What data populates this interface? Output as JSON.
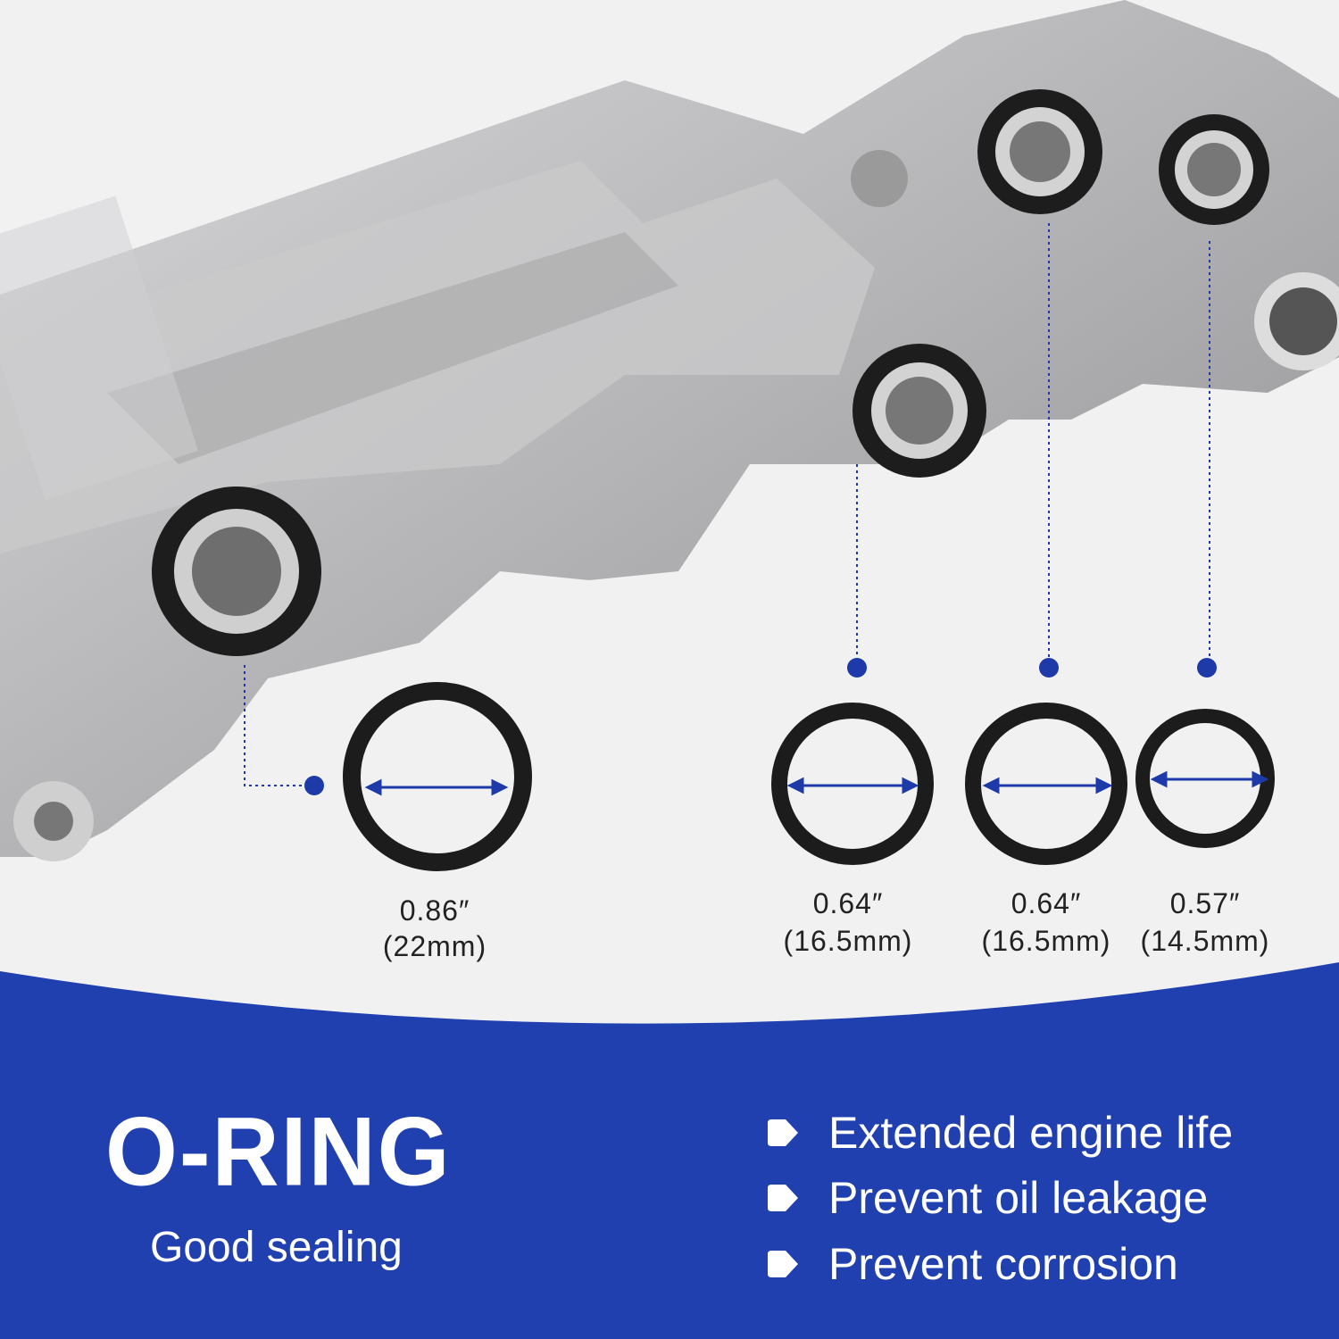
{
  "product": {
    "name_title": "O-RING",
    "subtitle": "Good sealing"
  },
  "rings": [
    {
      "inch": "0.86″",
      "mm": "(22mm)"
    },
    {
      "inch": "0.64″",
      "mm": "(16.5mm)"
    },
    {
      "inch": "0.64″",
      "mm": "(16.5mm)"
    },
    {
      "inch": "0.57″",
      "mm": "(14.5mm)"
    }
  ],
  "features": [
    {
      "icon": "arrow-right-icon",
      "text": "Extended engine life"
    },
    {
      "icon": "arrow-right-icon",
      "text": "Prevent oil leakage"
    },
    {
      "icon": "arrow-right-icon",
      "text": "Prevent corrosion"
    }
  ],
  "colors": {
    "brand_blue": "#2140b0",
    "ring": "#1c1c1c",
    "metal": "#b9b9bb",
    "callout": "#1d3aa8"
  }
}
